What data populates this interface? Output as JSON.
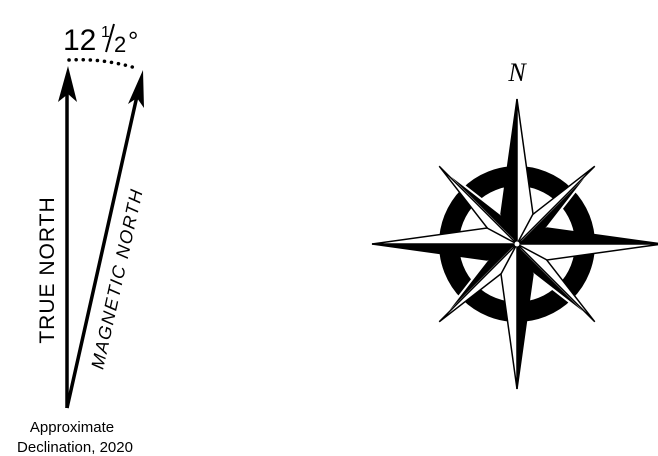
{
  "declination": {
    "angle_whole": "12",
    "angle_num": "1",
    "angle_den": "2",
    "angle_unit": "°",
    "true_north_label": "TRUE NORTH",
    "magnetic_north_label": "MAGNETIC NORTH",
    "caption_line1": "Approximate",
    "caption_line2": "Declination, 2020"
  },
  "compass": {
    "north_label": "N"
  },
  "colors": {
    "ink": "#000000",
    "paper": "#ffffff"
  }
}
